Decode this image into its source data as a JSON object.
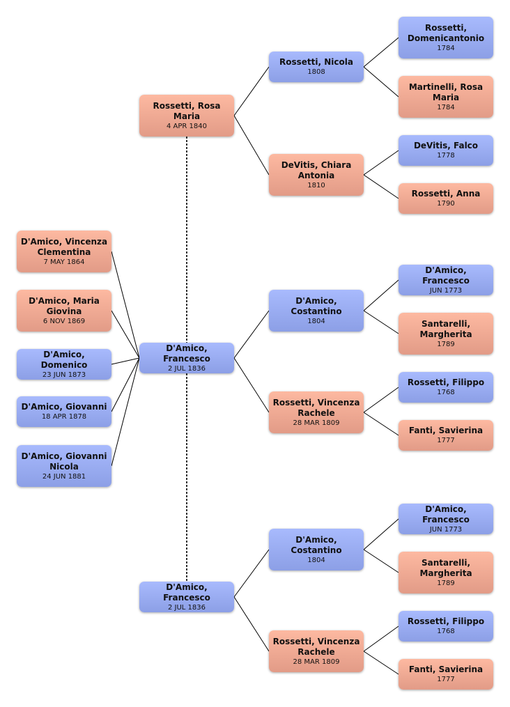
{
  "colors": {
    "male": "#9aacf2",
    "female": "#f0aa94",
    "line": "#000000"
  },
  "nodes": [
    {
      "id": "gp1",
      "name": "Rossetti, Domenicantonio",
      "date": "1784",
      "sex": "m"
    },
    {
      "id": "gp2",
      "name": "Martinelli, Rosa Maria",
      "date": "1784",
      "sex": "f"
    },
    {
      "id": "gp3",
      "name": "DeVitis, Falco",
      "date": "1778",
      "sex": "m"
    },
    {
      "id": "gp4",
      "name": "Rossetti, Anna",
      "date": "1790",
      "sex": "f"
    },
    {
      "id": "gp5",
      "name": "D'Amico, Francesco",
      "date": "JUN 1773",
      "sex": "m"
    },
    {
      "id": "gp6",
      "name": "Santarelli, Margherita",
      "date": "1789",
      "sex": "f"
    },
    {
      "id": "gp7",
      "name": "Rossetti, Filippo",
      "date": "1768",
      "sex": "m"
    },
    {
      "id": "gp8",
      "name": "Fanti, Savierina",
      "date": "1777",
      "sex": "f"
    },
    {
      "id": "gp9",
      "name": "D'Amico, Francesco",
      "date": "JUN 1773",
      "sex": "m"
    },
    {
      "id": "gp10",
      "name": "Santarelli, Margherita",
      "date": "1789",
      "sex": "f"
    },
    {
      "id": "gp11",
      "name": "Rossetti, Filippo",
      "date": "1768",
      "sex": "m"
    },
    {
      "id": "gp12",
      "name": "Fanti, Savierina",
      "date": "1777",
      "sex": "f"
    },
    {
      "id": "p1",
      "name": "Rossetti, Nicola",
      "date": "1808",
      "sex": "m"
    },
    {
      "id": "p2",
      "name": "DeVitis, Chiara Antonia",
      "date": "1810",
      "sex": "f"
    },
    {
      "id": "p3",
      "name": "D'Amico, Costantino",
      "date": "1804",
      "sex": "m"
    },
    {
      "id": "p4",
      "name": "Rossetti, Vincenza Rachele",
      "date": "28 MAR 1809",
      "sex": "f"
    },
    {
      "id": "p5",
      "name": "D'Amico, Costantino",
      "date": "1804",
      "sex": "m"
    },
    {
      "id": "p6",
      "name": "Rossetti, Vincenza Rachele",
      "date": "28 MAR 1809",
      "sex": "f"
    },
    {
      "id": "c1",
      "name": "Rossetti, Rosa Maria",
      "date": "4 APR 1840",
      "sex": "f"
    },
    {
      "id": "c2",
      "name": "D'Amico, Francesco",
      "date": "2 JUL 1836",
      "sex": "m"
    },
    {
      "id": "c3",
      "name": "D'Amico, Francesco",
      "date": "2 JUL 1836",
      "sex": "m"
    },
    {
      "id": "k1",
      "name": "D'Amico, Vincenza Clementina",
      "date": "7 MAY 1864",
      "sex": "f"
    },
    {
      "id": "k2",
      "name": "D'Amico, Maria Giovina",
      "date": "6 NOV 1869",
      "sex": "f"
    },
    {
      "id": "k3",
      "name": "D'Amico, Domenico",
      "date": "23 JUN 1873",
      "sex": "m"
    },
    {
      "id": "k4",
      "name": "D'Amico, Giovanni",
      "date": "18 APR 1878",
      "sex": "m"
    },
    {
      "id": "k5",
      "name": "D'Amico, Giovanni Nicola",
      "date": "24 JUN 1881",
      "sex": "m"
    }
  ],
  "parent_links": [
    [
      "c1",
      "p1"
    ],
    [
      "c1",
      "p2"
    ],
    [
      "p1",
      "gp1"
    ],
    [
      "p1",
      "gp2"
    ],
    [
      "p2",
      "gp3"
    ],
    [
      "p2",
      "gp4"
    ],
    [
      "c2",
      "p3"
    ],
    [
      "c2",
      "p4"
    ],
    [
      "p3",
      "gp5"
    ],
    [
      "p3",
      "gp6"
    ],
    [
      "p4",
      "gp7"
    ],
    [
      "p4",
      "gp8"
    ],
    [
      "c3",
      "p5"
    ],
    [
      "c3",
      "p6"
    ],
    [
      "p5",
      "gp9"
    ],
    [
      "p5",
      "gp10"
    ],
    [
      "p6",
      "gp11"
    ],
    [
      "p6",
      "gp12"
    ]
  ],
  "child_links": [
    [
      "c2",
      "k1"
    ],
    [
      "c2",
      "k2"
    ],
    [
      "c2",
      "k3"
    ],
    [
      "c2",
      "k4"
    ],
    [
      "c2",
      "k5"
    ]
  ],
  "spouse_links": [
    [
      "c1",
      "c2"
    ],
    [
      "c2",
      "c3"
    ]
  ]
}
